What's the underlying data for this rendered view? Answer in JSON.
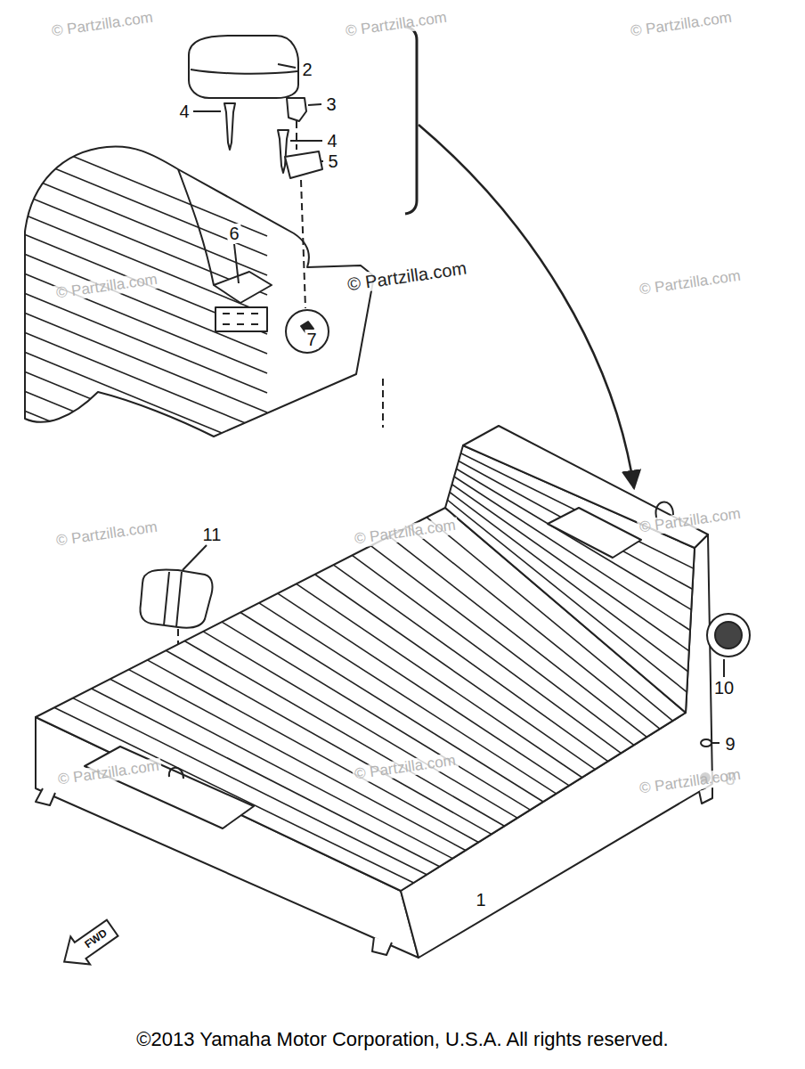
{
  "diagram": {
    "caption": "©2013 Yamaha Motor Corporation, U.S.A. All rights reserved.",
    "labels": [
      "© Partzilla.com",
      "© Partzilla.com",
      "© Partzilla.com",
      "2",
      "4",
      "3",
      "4",
      "5",
      "6",
      "© Partzilla.com",
      "© Partzilla.com",
      "© Partzilla.com",
      "7",
      "11",
      "© Partzilla.com",
      "© Partzilla.com",
      "© Partzilla.com",
      "10",
      "9",
      "8",
      "© Partzilla.com",
      "© Partzilla.com",
      "© Partzilla.com",
      "1",
      "FWD"
    ]
  }
}
